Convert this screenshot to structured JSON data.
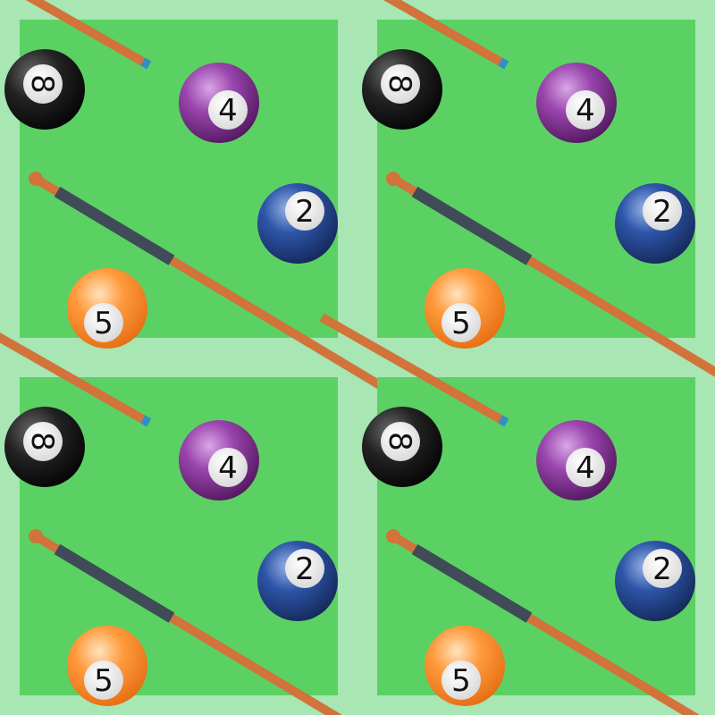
{
  "pattern": {
    "background_color": "#a8e6b4",
    "felt_color": "#5bd163",
    "balls": [
      {
        "number": "8",
        "color": "#1a1a1a",
        "icon": "eight-ball-icon"
      },
      {
        "number": "4",
        "color": "#7d2b8f",
        "icon": "four-ball-icon"
      },
      {
        "number": "2",
        "color": "#1f3f86",
        "icon": "two-ball-icon"
      },
      {
        "number": "5",
        "color": "#f07f1c",
        "icon": "five-ball-icon"
      }
    ],
    "cue": {
      "icon": "cue-stick-icon",
      "wood_color": "#d1733a",
      "handle_color": "#3f4b57",
      "tip_color": "#2f8fc9"
    }
  }
}
